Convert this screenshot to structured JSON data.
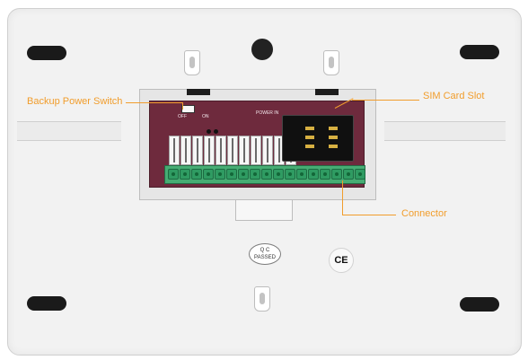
{
  "callouts": {
    "backup": "Backup Power Switch",
    "sim": "SIM Card Slot",
    "connector": "Connector"
  },
  "board": {
    "off": "OFF",
    "on": "ON",
    "power_in": "POWER IN"
  },
  "badge": {
    "qc": "Q C",
    "passed": "PASSED"
  },
  "ce": "CE",
  "colors": {
    "callout": "#f19d2c",
    "pcb": "#6e2a3d",
    "terminal": "#2f9b62"
  }
}
